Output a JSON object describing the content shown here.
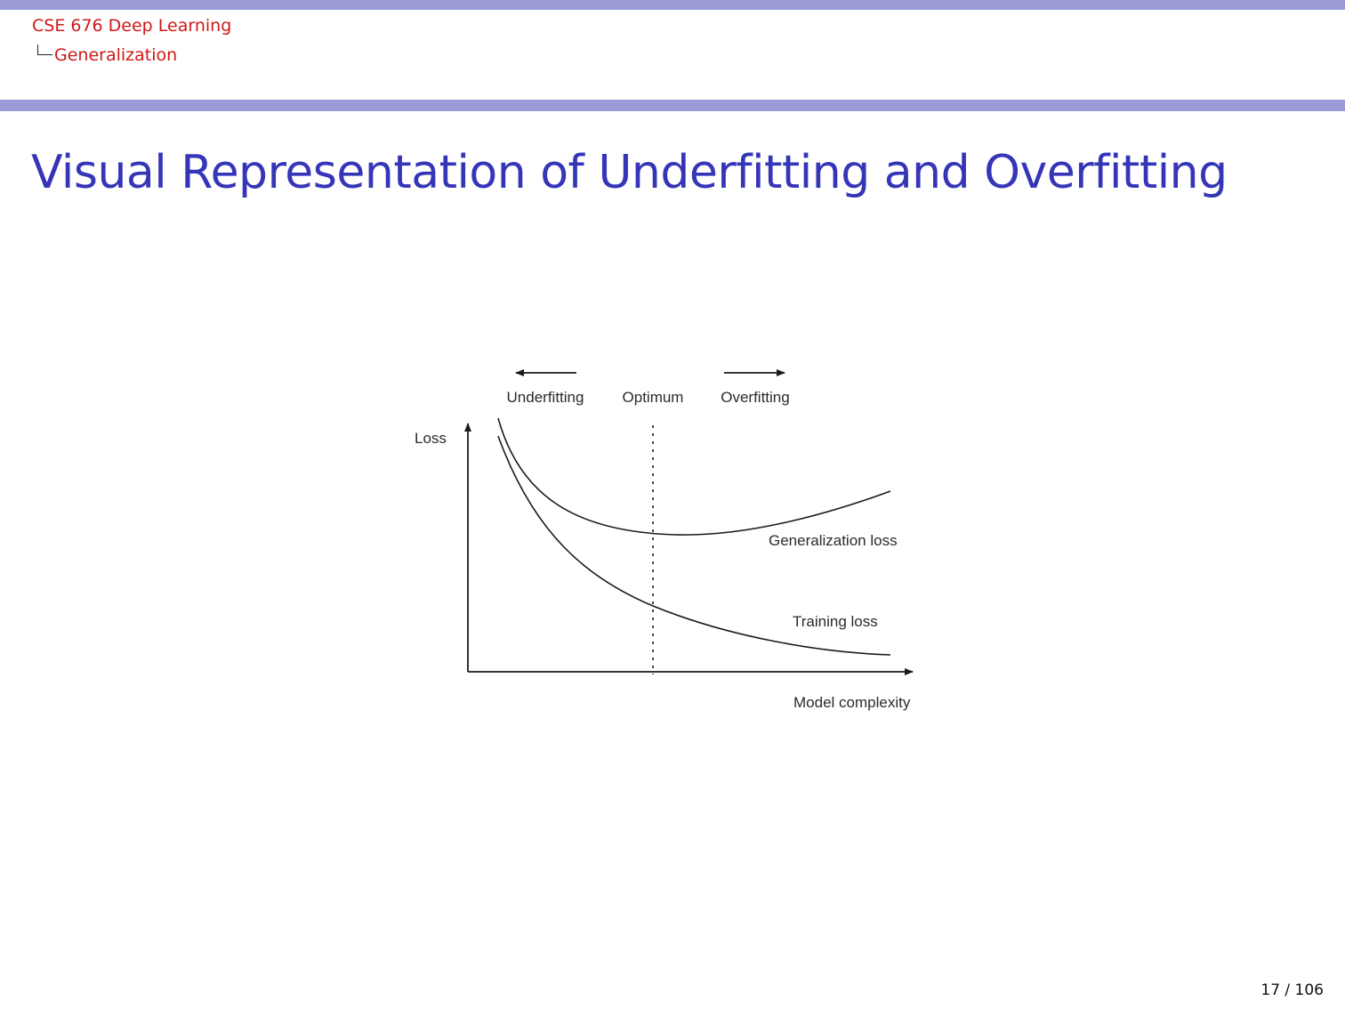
{
  "header": {
    "course_title": "CSE 676 Deep Learning",
    "section_title": "Generalization",
    "accent_color": "#9a9ad6",
    "header_text_color": "#d01818"
  },
  "slide": {
    "title": "Visual Representation of Underfitting and Overfitting",
    "title_color": "#3535b8"
  },
  "figure": {
    "top_labels": {
      "underfitting": "Underfitting",
      "optimum": "Optimum",
      "overfitting": "Overfitting"
    },
    "arrows": {
      "underfitting_direction": "left",
      "overfitting_direction": "right"
    },
    "y_axis_label": "Loss",
    "x_axis_label": "Model complexity",
    "curve_labels": {
      "generalization": "Generalization loss",
      "training": "Training loss"
    }
  },
  "footer": {
    "page_number": "17 / 106"
  }
}
